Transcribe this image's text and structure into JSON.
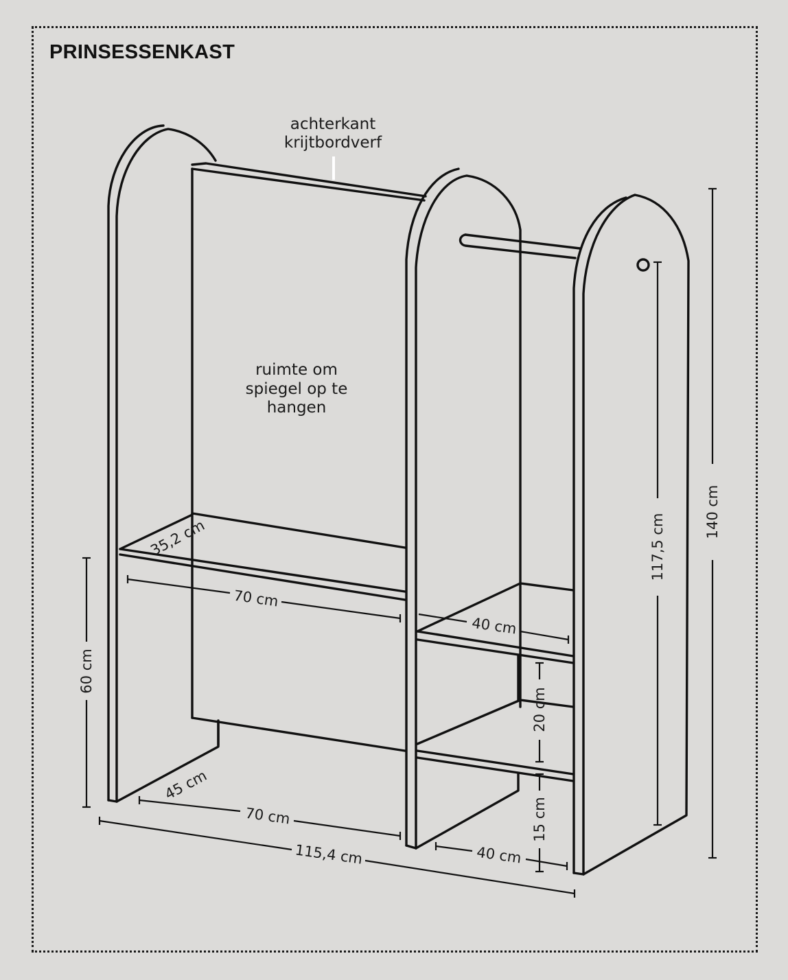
{
  "title": "PRINSESSENKAST",
  "annotations": {
    "back_panel": [
      "achterkant",
      "krijtbordverf"
    ],
    "mirror_space": [
      "ruimte om",
      "spiegel op te",
      "hangen"
    ]
  },
  "dimensions": {
    "shelf_depth": "35,2 cm",
    "upper_width_left": "70 cm",
    "upper_width_right": "40 cm",
    "left_height": "60 cm",
    "side_depth": "45 cm",
    "lower_width_left": "70 cm",
    "lower_width_right": "40 cm",
    "total_width": "115,4 cm",
    "shelf_spacing": "20 cm",
    "bottom_gap": "15 cm",
    "rail_height": "117,5 cm",
    "total_height": "140 cm"
  }
}
